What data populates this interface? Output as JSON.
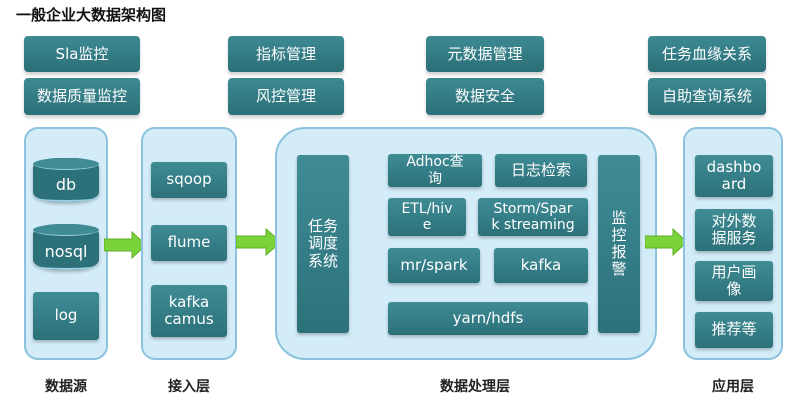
{
  "title": "一般企业大数据架构图",
  "top": {
    "c1": [
      "Sla监控",
      "数据质量监控"
    ],
    "c2": [
      "指标管理",
      "风控管理"
    ],
    "c3": [
      "元数据管理",
      "数据安全"
    ],
    "c4": [
      "任务血缘关系",
      "自助查询系统"
    ]
  },
  "sources": [
    "db",
    "nosql",
    "log"
  ],
  "ingest": [
    "sqoop",
    "flume",
    "kafka\ncamus"
  ],
  "processing": {
    "scheduler": "任务\n调度\n系统",
    "adhoc": "Adhoc查\n询",
    "log_search": "日志检索",
    "etl": "ETL/hiv\ne",
    "storm": "Storm/Spar\nk streaming",
    "mr": "mr/spark",
    "kafka": "kafka",
    "yarn": "yarn/hdfs",
    "monitor": "监\n控\n报\n警"
  },
  "apps": [
    "dashbo\nard",
    "对外数\n据服务",
    "用户画\n像",
    "推荐等"
  ],
  "layers": [
    "数据源",
    "接入层",
    "数据处理层",
    "应用层"
  ],
  "colors": {
    "teal": "#2c717a",
    "panel": "#d3ecf8",
    "arrow": "#7ad33b"
  }
}
